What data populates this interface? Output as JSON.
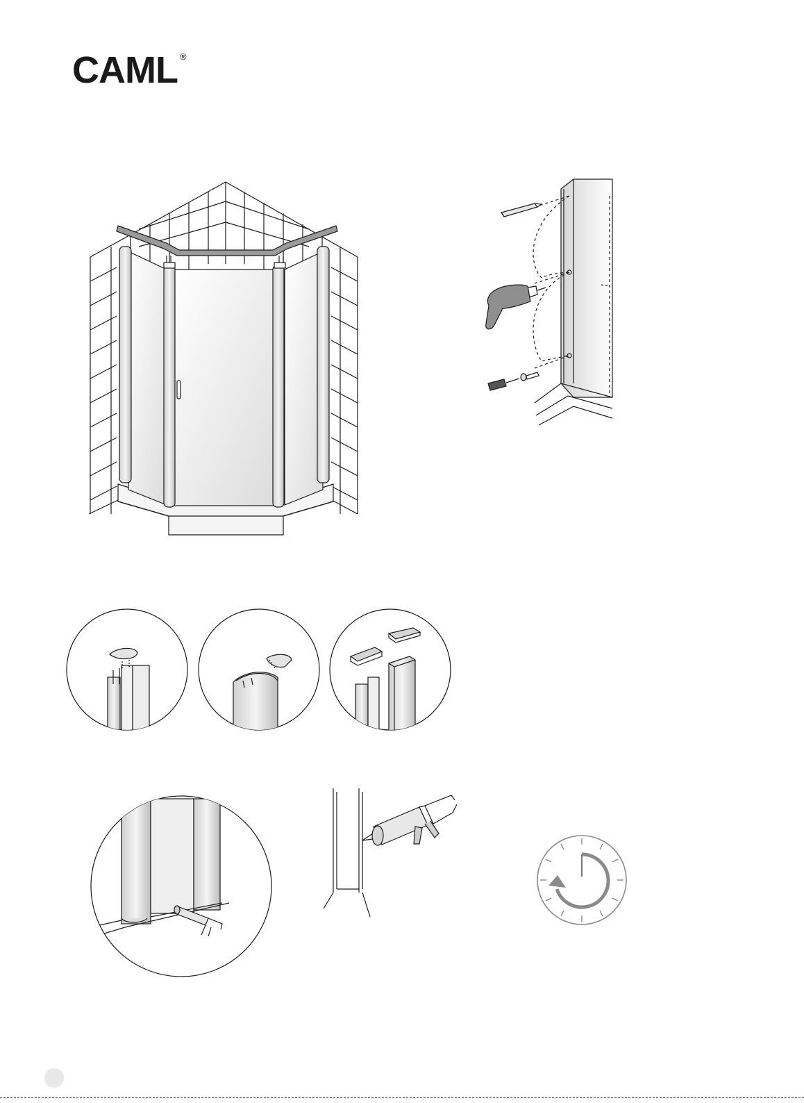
{
  "brand": {
    "logo_text": "CAML",
    "registered_mark": "®"
  },
  "colors": {
    "line": "#1a1a1a",
    "frame_fill": "#d9d9d9",
    "glass_fill": "#f2f2f2",
    "timer_gray": "#8a8a8a"
  },
  "illustrations": [
    "shower-enclosure-overview",
    "wall-profile-drilling",
    "profile-end-cap-step-1",
    "profile-end-cap-step-2",
    "profile-end-caps-step-3",
    "bottom-silicone-sealing",
    "wall-joint-silicone",
    "curing-time-timer"
  ]
}
